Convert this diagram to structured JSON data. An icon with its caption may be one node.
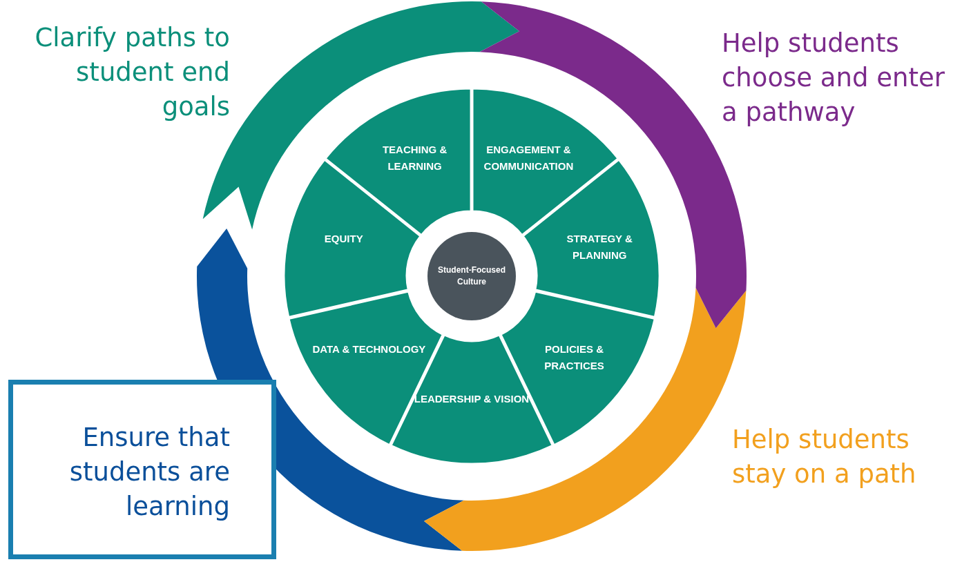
{
  "diagram": {
    "nodes": [
      {
        "text": [
          "TEACHING & LEARNING"
        ]
      },
      {
        "text": [
          "ENGAGEMENT & COMMUNICATION"
        ]
      },
      {
        "text": [
          "STRATEGY & PLANNING"
        ]
      },
      {
        "text": [
          "POLICIES & PRACTICES"
        ]
      },
      {
        "text": [
          "LEADERSHIP & VISION"
        ]
      },
      {
        "text": [
          "DATA & TECHNOLOGY"
        ]
      },
      {
        "text": [
          "EQUITY"
        ]
      },
      {
        "text": [
          "Student-Focused Culture"
        ]
      },
      {
        "text": [
          "Ensure that students are learning"
        ]
      }
    ],
    "edges": [],
    "labels": [
      "Clarify paths to student end goals",
      "Help students choose and enter a pathway",
      "Help students stay on a path"
    ]
  }
}
